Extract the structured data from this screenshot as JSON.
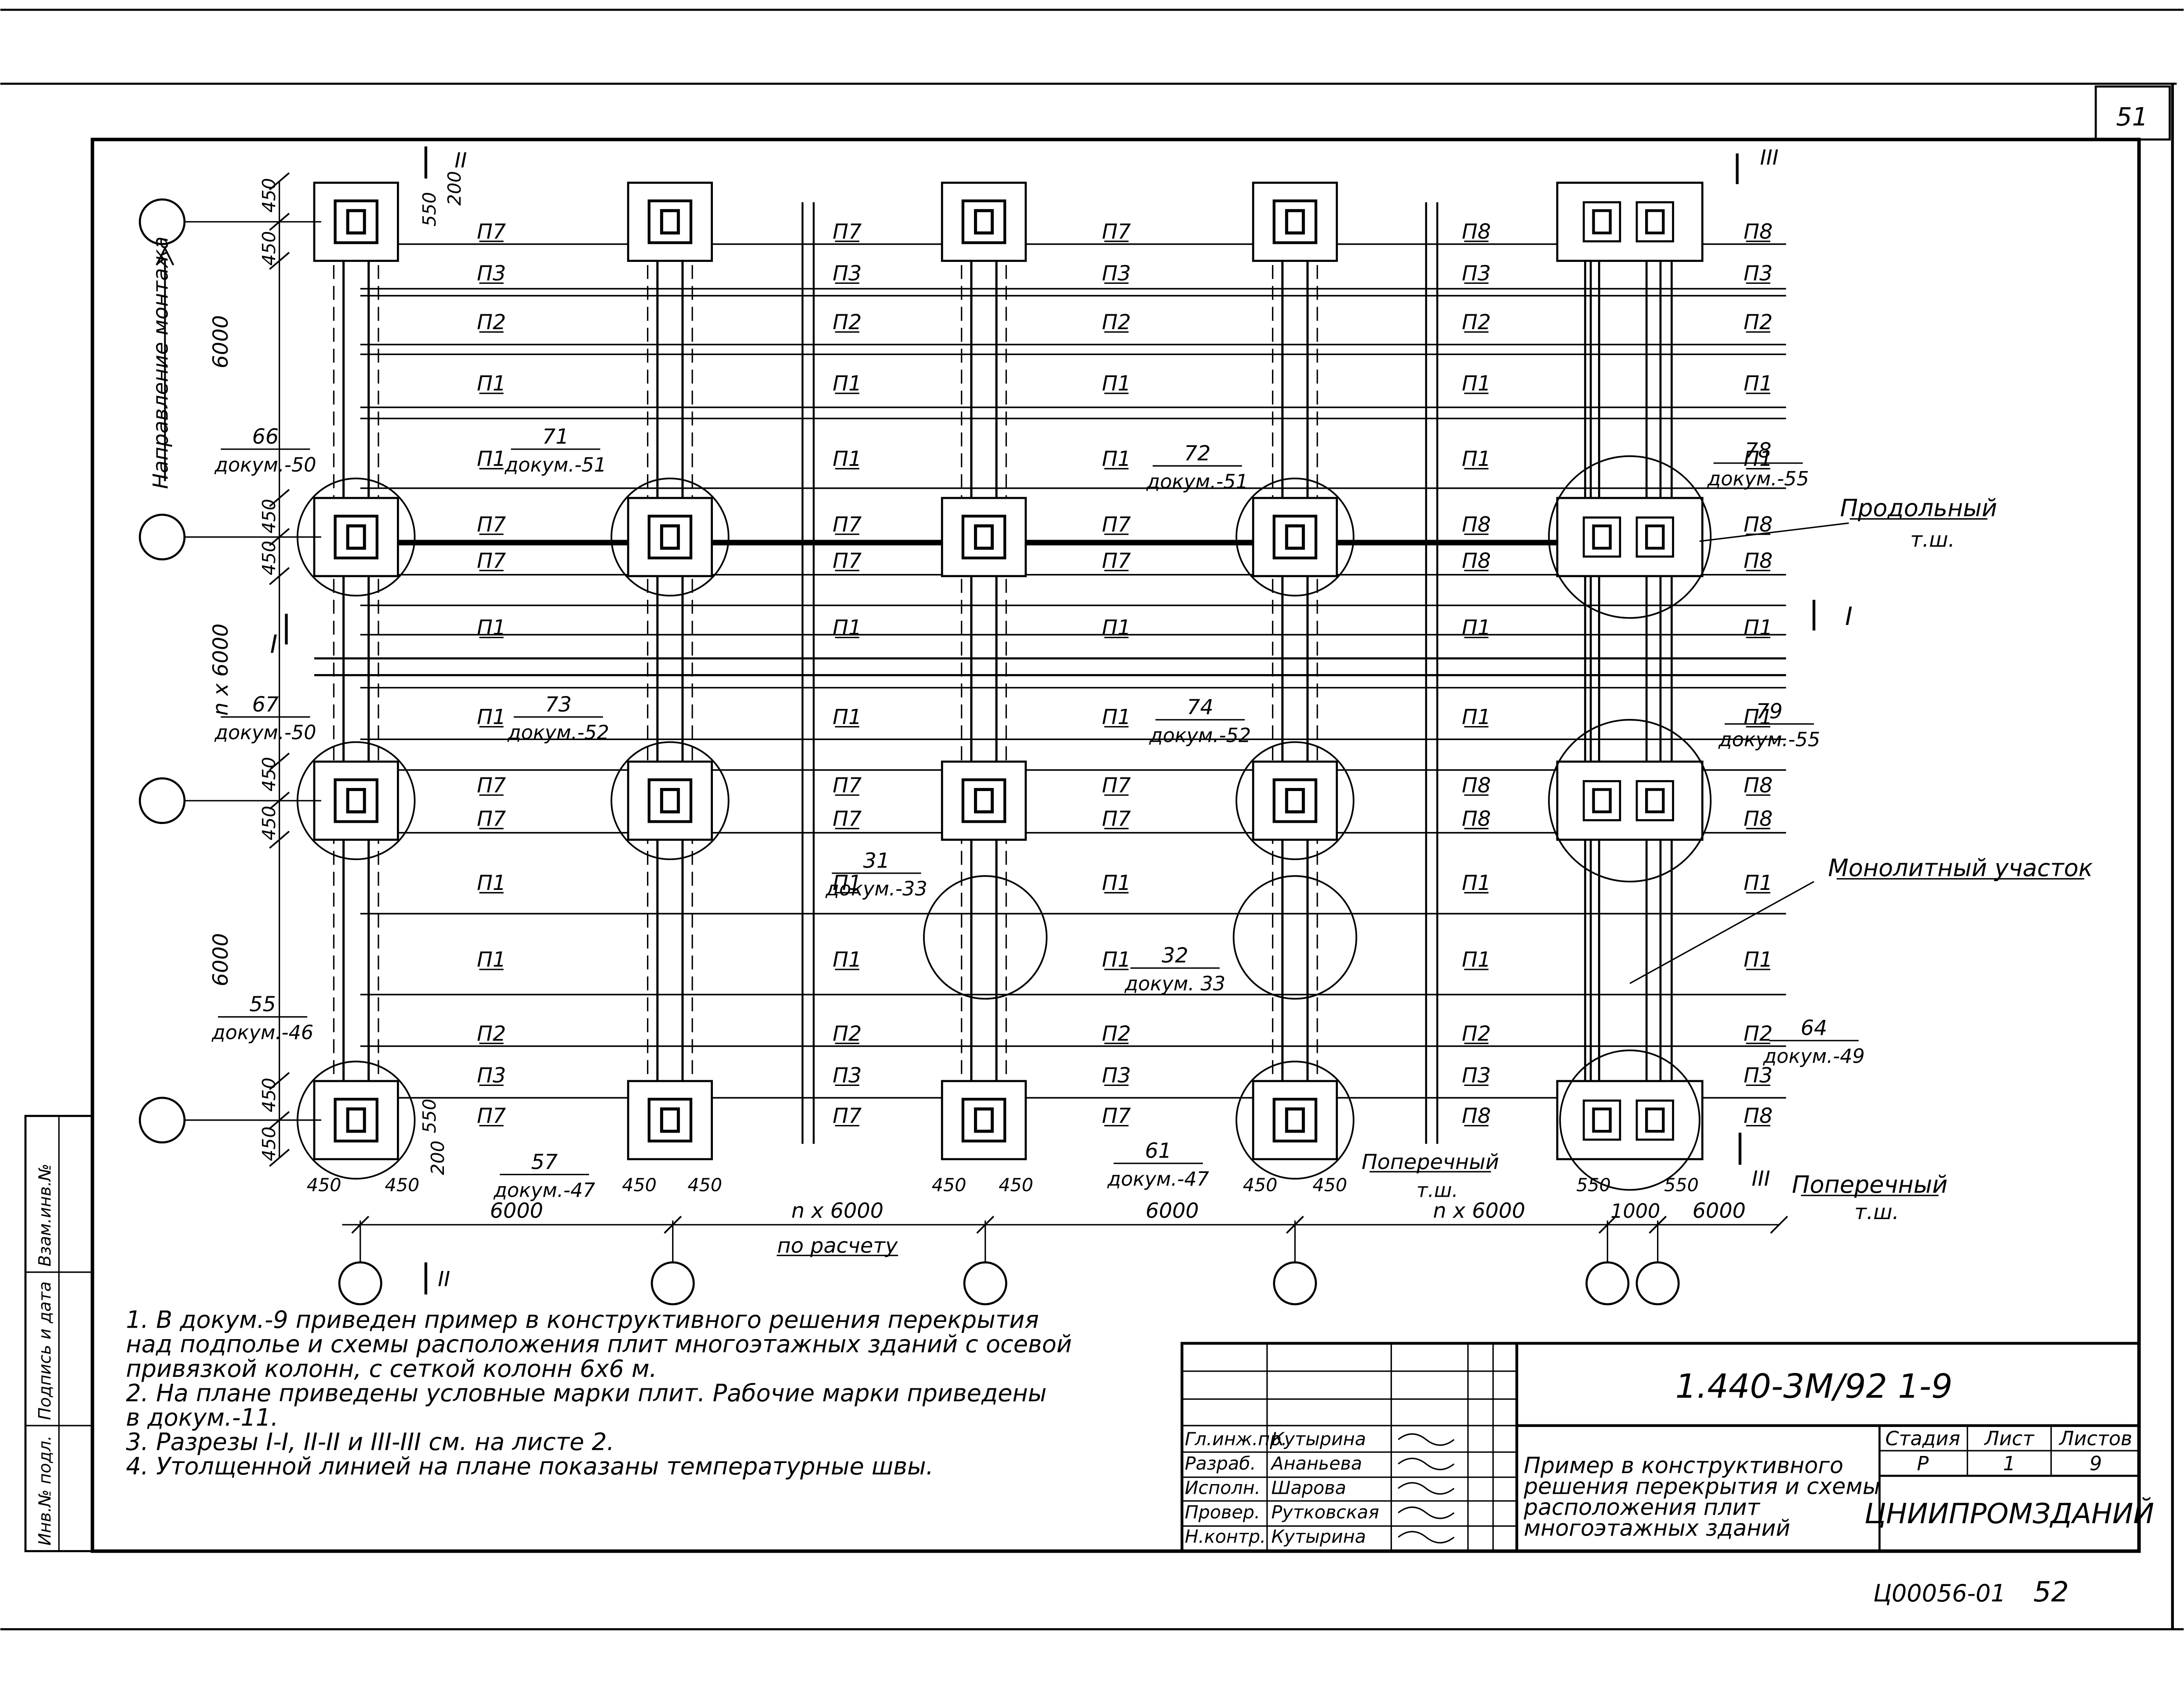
{
  "sheet_number": "51",
  "page_number": "52",
  "archive_code": "Ц00056-01",
  "side_labels": [
    "Инв.№ подл.",
    "Подпись и дата",
    "Взам.инв.№"
  ],
  "mount_direction": "Направление монтажа",
  "axis_dims": {
    "row_a": "6000",
    "row_mid": "n x 6000",
    "row_c": "6000",
    "d450": "450",
    "d200": "200",
    "d550": "550",
    "d1000": "1000",
    "col_1": "6000",
    "col_mid": "n x 6000",
    "col_mid_note": "по расчету",
    "col_3": "6000",
    "col_4": "n x 6000",
    "col_5": "6000"
  },
  "slab_marks": {
    "p7": "П7",
    "p3": "П3",
    "p2": "П2",
    "p1": "П1",
    "p8": "П8"
  },
  "callouts": [
    {
      "num": "66",
      "doc": "докум.-50"
    },
    {
      "num": "71",
      "doc": "докум.-51"
    },
    {
      "num": "72",
      "doc": "докум.-51"
    },
    {
      "num": "78",
      "doc": "докум.-55"
    },
    {
      "num": "67",
      "doc": "докум.-50"
    },
    {
      "num": "73",
      "doc": "докум.-52"
    },
    {
      "num": "74",
      "doc": "докум.-52"
    },
    {
      "num": "79",
      "doc": "докум.-55"
    },
    {
      "num": "31",
      "doc": "докум.-33"
    },
    {
      "num": "32",
      "doc": "докум. 33"
    },
    {
      "num": "55",
      "doc": "докум.-46"
    },
    {
      "num": "64",
      "doc": "докум.-49"
    },
    {
      "num": "57",
      "doc": "докум.-47"
    },
    {
      "num": "61",
      "doc": "докум.-47"
    }
  ],
  "labels": {
    "long_joint": "Продольный",
    "tsh": "т.ш.",
    "monolith": "Монолитный участок",
    "cross_joint": "Поперечный",
    "cross_joint_2": "Поперечный",
    "sec_1": "I",
    "sec_2": "II",
    "sec_3": "III"
  },
  "notes": [
    "1. В докум.-9 приведен пример в конструктивного решения перекрытия",
    "над подполье и схемы расположения плит многоэтажных зданий с осевой",
    "привязкой колонн, с сеткой колонн 6х6 м.",
    "2. На плане приведены условные марки плит. Рабочие марки приведены",
    "в докум.-11.",
    "3. Разрезы I-I, II-II и III-III см. на листе 2.",
    "4. Утолщенной линией на плане показаны температурные швы."
  ],
  "title_block": {
    "code": "1.440-3М/92 1-9",
    "title_lines": [
      "Пример в конструктивного",
      "решения перекрытия и схемы",
      "расположения плит",
      "многоэтажных зданий"
    ],
    "stage_label": "Стадия",
    "sheet_label": "Лист",
    "sheets_label": "Листов",
    "stage": "Р",
    "sheet": "1",
    "sheets": "9",
    "org": "ЦНИИПРОМЗДАНИЙ",
    "staff": [
      {
        "role": "Гл.инж.пр.",
        "name": "Кутырина"
      },
      {
        "role": "Разраб.",
        "name": "Ананьева"
      },
      {
        "role": "Исполн.",
        "name": "Шарова"
      },
      {
        "role": "Провер.",
        "name": "Рутковская"
      },
      {
        "role": "Н.контр.",
        "name": "Кутырина"
      }
    ]
  }
}
